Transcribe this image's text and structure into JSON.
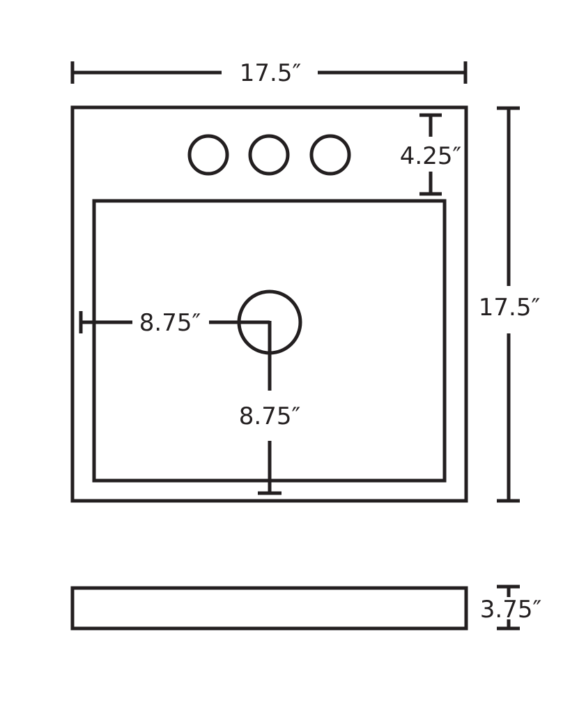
{
  "dimensions": {
    "overall_width": "17.5″",
    "overall_depth": "17.5″",
    "deck_depth": "4.25″",
    "drain_from_left": "8.75″",
    "drain_from_bottom": "8.75″",
    "height": "3.75″"
  },
  "colors": {
    "line": "#231f20",
    "background": "#ffffff"
  },
  "faucet_holes": 3
}
